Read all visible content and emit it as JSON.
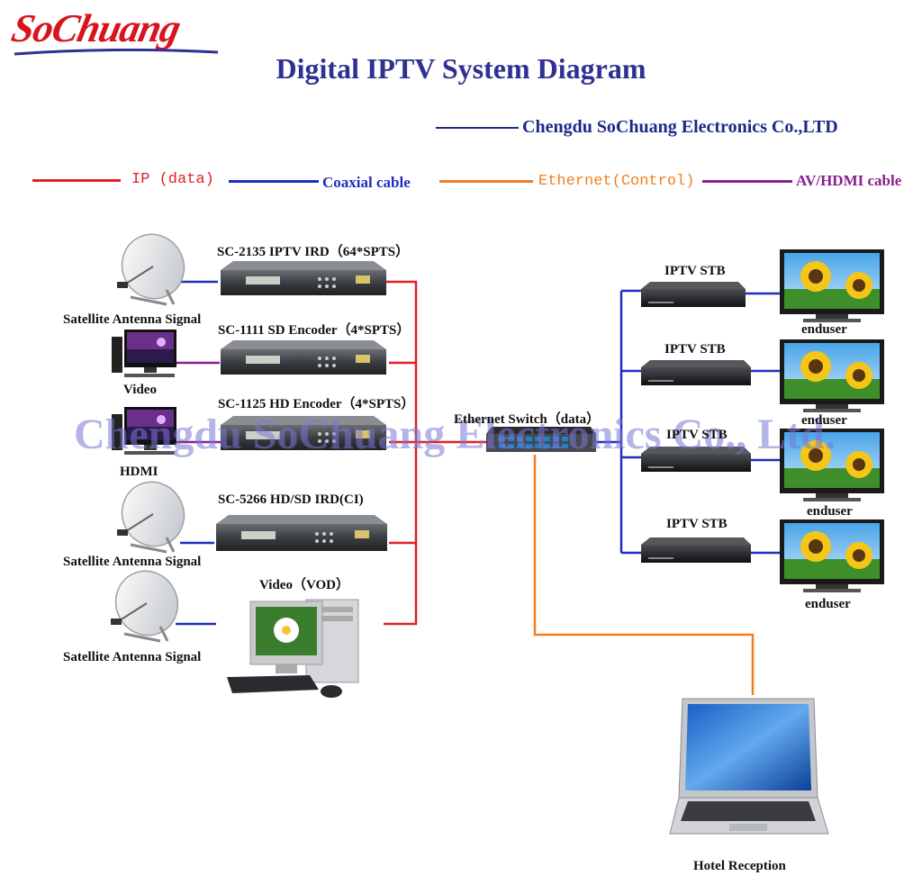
{
  "logo": {
    "text": "SoChuang"
  },
  "title": "Digital IPTV System Diagram",
  "company": "Chengdu SoChuang Electronics Co.,LTD",
  "legend": {
    "ip": {
      "label": "IP (data)",
      "color": "#e41e26"
    },
    "coax": {
      "label": "Coaxial cable",
      "color": "#1e2fbf"
    },
    "ethernet": {
      "label": "Ethernet(Control)",
      "color": "#f07f21"
    },
    "avhdmi": {
      "label": "AV/HDMI cable",
      "color": "#8b1f8f"
    }
  },
  "sources": {
    "sat1": "Satellite Antenna Signal",
    "video": "Video",
    "hdmi": "HDMI",
    "sat2": "Satellite Antenna Signal",
    "sat3": "Satellite Antenna Signal"
  },
  "devices": {
    "d1": "SC-2135 IPTV IRD（64*SPTS）",
    "d2": "SC-1111 SD  Encoder（4*SPTS）",
    "d3": "SC-1125 HD Encoder（4*SPTS）",
    "d4": "SC-5266 HD/SD IRD(CI)",
    "vod": "Video（VOD）"
  },
  "switch": {
    "label": "Ethernet Switch（data）"
  },
  "stb": [
    "IPTV STB",
    "IPTV STB",
    "IPTV STB",
    "IPTV STB"
  ],
  "endusers": [
    "enduser",
    "enduser",
    "enduser",
    "enduser"
  ],
  "hotel": "Hotel Reception",
  "watermark": "Chengdu SoChuang Electronics Co., Ltd."
}
